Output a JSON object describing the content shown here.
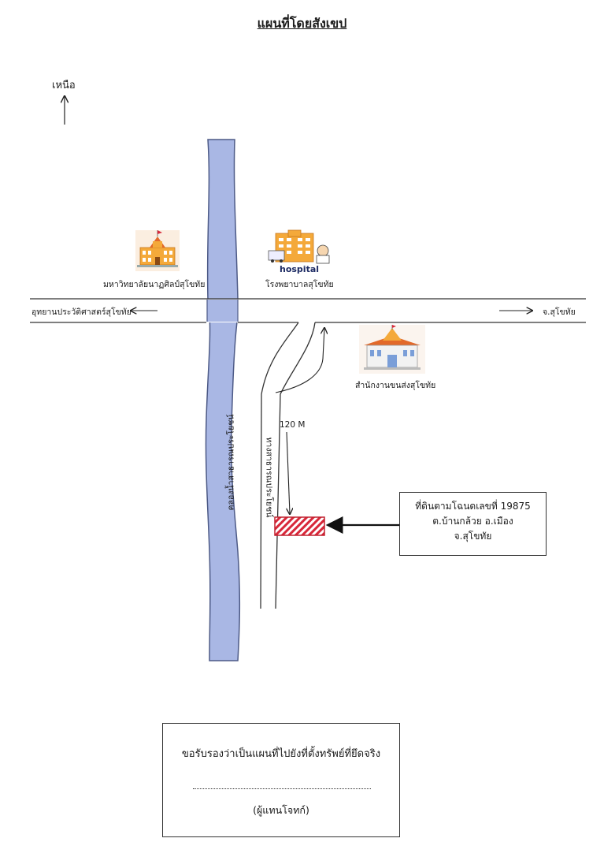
{
  "title": "แผนที่โดยสังเขป",
  "north_label": "เหนือ",
  "landmarks": {
    "university": "มหาวิทยาลัยนาฏศิลป์สุโขทัย",
    "hospital_sign": "hospital",
    "hospital": "โรงพยาบาลสุโขทัย",
    "transport_office": "สำนักงานขนส่งสุโขทัย"
  },
  "roads": {
    "west_direction": "อุทยานประวัติศาสตร์สุโขทัย",
    "east_direction": "จ.สุโขทัย",
    "public_road": "ทางสาธารณประโยชน์",
    "canal": "คลองน้ำสาธารณประโยชน์",
    "distance": "120 M"
  },
  "parcel_note": {
    "line1": "ที่ดินตามโฉนดเลขที่ 19875",
    "line2": "ต.บ้านกล้วย  อ.เมือง",
    "line3": "จ.สุโขทัย"
  },
  "certification": {
    "text": "ขอรับรองว่าเป็นแผนที่ไปยังที่ตั้งทรัพย์ที่ยึดจริง",
    "signer": "(ผู้แทนโจทก์)"
  },
  "colors": {
    "canal_fill": "#a9b7e4",
    "canal_stroke": "#4d5a86",
    "parcel_hatch": "#d8283a",
    "building_orange": "#f4a93a",
    "building_roof": "#e2692a",
    "signature_ink": "#2b3c9a"
  }
}
